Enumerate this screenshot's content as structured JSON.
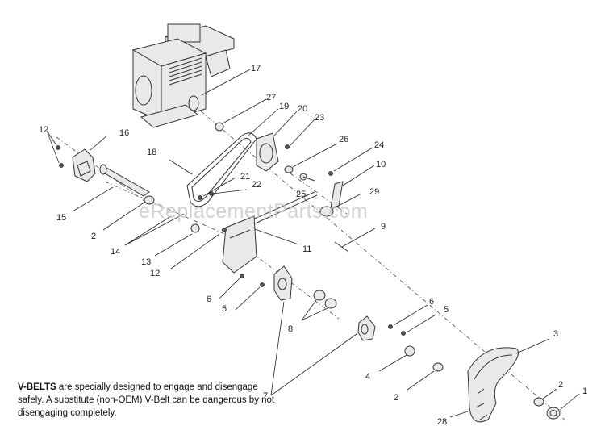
{
  "callouts": {
    "l1": "1",
    "l2a": "2",
    "l2b": "2",
    "l2c": "2",
    "l3": "3",
    "l4": "4",
    "l5a": "5",
    "l5b": "5",
    "l6a": "6",
    "l6b": "6",
    "l7": "7",
    "l8": "8",
    "l9": "9",
    "l10": "10",
    "l11": "11",
    "l12a": "12",
    "l12b": "12",
    "l13": "13",
    "l14": "14",
    "l15": "15",
    "l16": "16",
    "l17": "17",
    "l18": "18",
    "l19": "19",
    "l20": "20",
    "l21": "21",
    "l22": "22",
    "l23": "23",
    "l24": "24",
    "l25": "25",
    "l26": "26",
    "l27": "27",
    "l28": "28",
    "l29": "29"
  },
  "note": {
    "bold": "V-BELTS",
    "text": " are specially designed to engage and disengage safely. A substitute (non-OEM) V-Belt can be dangerous by not disengaging completely."
  },
  "watermark": "eReplacementParts.com"
}
